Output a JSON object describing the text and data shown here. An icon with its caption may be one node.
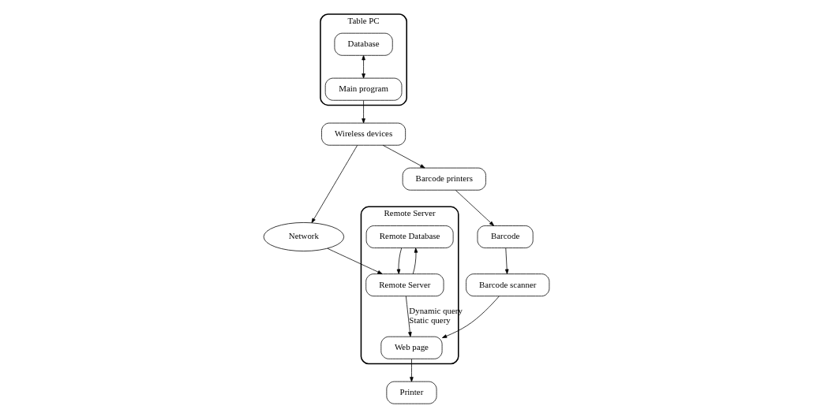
{
  "diagram": {
    "nodes": [
      {
        "text": [
          "Table PC"
        ]
      },
      {
        "text": [
          "Database"
        ],
        "in": 0
      },
      {
        "text": [
          "Main program"
        ],
        "in": 0
      },
      {
        "text": [
          "Remote Server"
        ]
      },
      {
        "text": [
          "Remote Database"
        ],
        "in": 3
      },
      {
        "text": [
          "Remote Server"
        ],
        "in": 3
      },
      {
        "text": [
          "Web page"
        ],
        "in": 3
      },
      {
        "text": [
          "Network"
        ]
      },
      {
        "text": [
          "Wireless devices"
        ]
      },
      {
        "text": [
          "Barcode printers"
        ]
      },
      {
        "text": [
          "Barcode"
        ]
      },
      {
        "text": [
          "Barcode scanner"
        ]
      },
      {
        "text": [
          "Printer"
        ]
      }
    ],
    "edges": [
      {
        "from": 1,
        "to": 2,
        "arrow": "both"
      },
      {
        "from": 2,
        "to": 8,
        "arrow": "to"
      },
      {
        "from": 8,
        "to": 7,
        "arrow": "to"
      },
      {
        "from": 7,
        "to": 5,
        "arrow": "to"
      },
      {
        "from": 5,
        "to": 4,
        "arrow": "to"
      },
      {
        "from": 4,
        "to": 5,
        "arrow": "to"
      },
      {
        "from": 5,
        "to": 6,
        "arrow": "to",
        "label": "Dynamic query Static query"
      },
      {
        "from": 8,
        "to": 9,
        "arrow": "to"
      },
      {
        "from": 9,
        "to": 10,
        "arrow": "to"
      },
      {
        "from": 10,
        "to": 11,
        "arrow": "to"
      },
      {
        "from": 11,
        "to": 6,
        "arrow": "to"
      },
      {
        "from": 6,
        "to": 12,
        "arrow": "to"
      }
    ]
  }
}
